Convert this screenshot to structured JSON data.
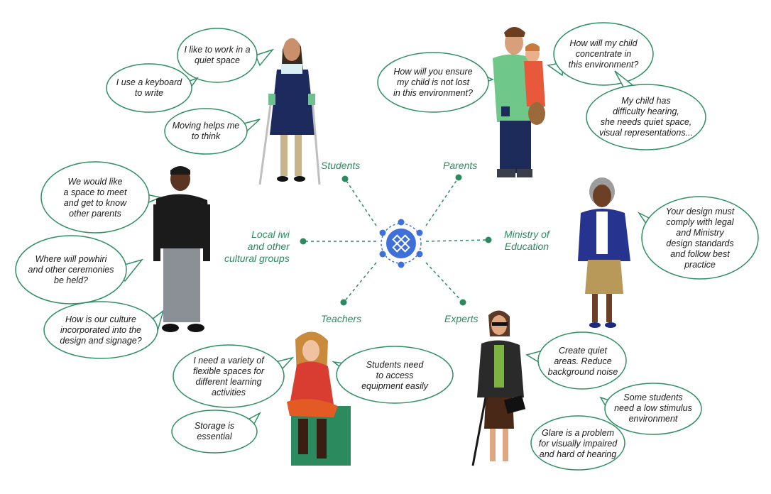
{
  "colors": {
    "accent_green": "#2b8a5e",
    "hub_blue": "#3f6fd8",
    "bubble_stroke": "#2f8f62"
  },
  "hub": {
    "icon": "ruler-pencil-icon"
  },
  "groups": {
    "students": "Students",
    "parents": "Parents",
    "local_iwi": "Local iwi\nand other\ncultural groups",
    "ministry": "Ministry of\nEducation",
    "teachers": "Teachers",
    "experts": "Experts"
  },
  "bubbles": {
    "students_quiet": "I like to work in a\nquiet space",
    "students_keyboard": "I use a keyboard\nto write",
    "students_moving": "Moving helps me\nto think",
    "parents_lost": "How will you ensure\nmy child is not lost\nin this environment?",
    "parents_concentrate": "How will my child\nconcentrate in\nthis environment?",
    "parents_hearing": "My child has\ndifficulty hearing,\nshe needs quiet space,\nvisual representations...",
    "iwi_meet": "We would like\na space to meet\nand get to know\nother parents",
    "iwi_powhiri": "Where will powhiri\nand other ceremonies\nbe held?",
    "iwi_culture": "How is our culture\nincorporated into the\ndesign and signage?",
    "ministry_comply": "Your design must\ncomply with legal\nand Ministry\ndesign standards\nand follow best\npractice",
    "teachers_variety": "I need a variety of\nflexible spaces for\ndifferent learning\nactivities",
    "teachers_equipment": "Students need\nto access\nequipment easily",
    "teachers_storage": "Storage is\nessential",
    "experts_quiet": "Create  quiet\nareas.  Reduce\nbackground noise",
    "experts_stimulus": "Some students\nneed a low stimulus\nenvironment",
    "experts_glare": "Glare is a problem\nfor visually impaired\nand hard of hearing"
  }
}
